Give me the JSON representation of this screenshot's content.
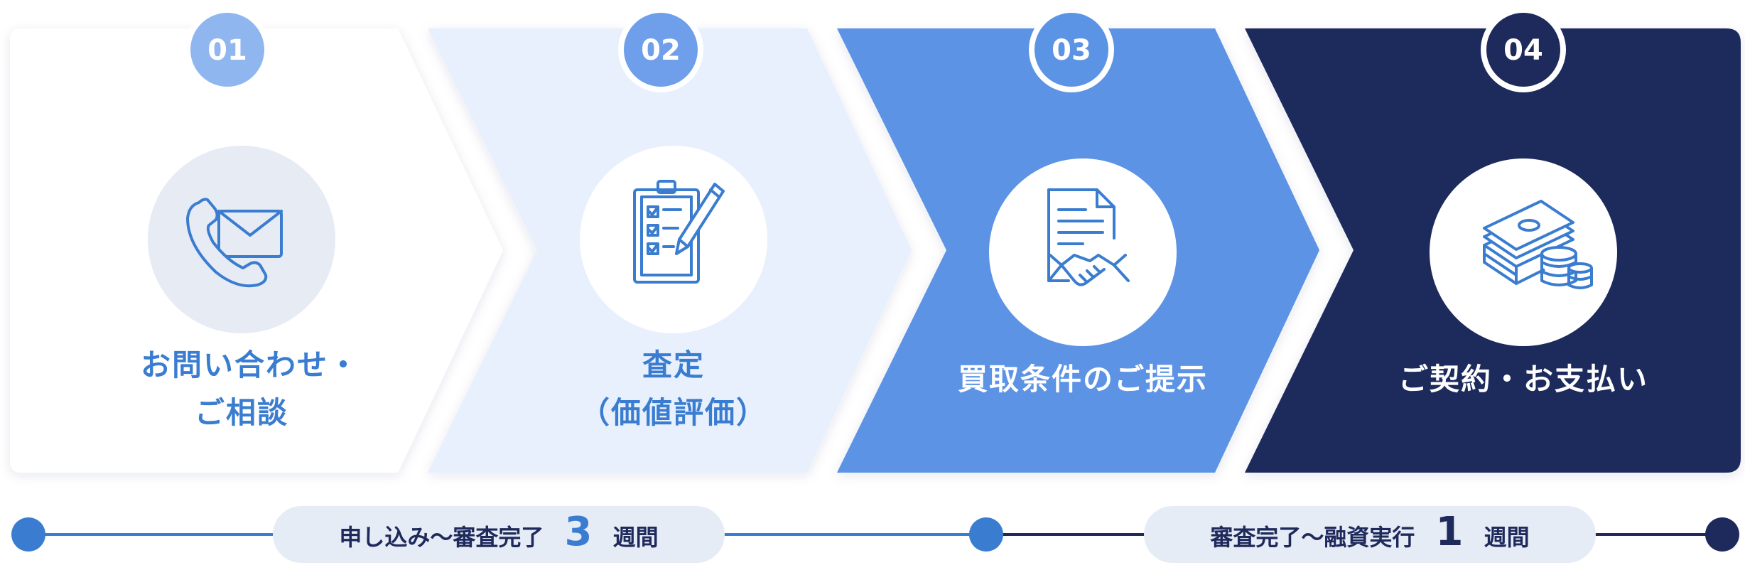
{
  "colors": {
    "light_text_blue": "#3a7dd0",
    "step1_fill": "#ffffff",
    "step2_fill": "#e8f0fd",
    "step3_fill": "#5b93e5",
    "step4_fill": "#1f2a5c",
    "badge1": "#8fb6ef",
    "badge2": "#6f9fea",
    "badge3": "#5b93e5",
    "badge4": "#1f2a5c",
    "line_blue": "#3a7dd0",
    "line_navy": "#1f2a5c",
    "pill_bg": "#e6ecf6",
    "pill_text": "#1f2a5c",
    "pill_number": "#3a7dd0"
  },
  "steps": [
    {
      "number": "01",
      "line1": "お問い合わせ・",
      "line2": "ご相談",
      "icon": "phone-mail-icon"
    },
    {
      "number": "02",
      "line1": "査定",
      "line2": "（価値評価）",
      "icon": "clipboard-checklist-icon"
    },
    {
      "number": "03",
      "line1": "買取条件のご提示",
      "line2": "",
      "icon": "contract-handshake-icon"
    },
    {
      "number": "04",
      "line1": "ご契約・お支払い",
      "line2": "",
      "icon": "money-coins-icon"
    }
  ],
  "timeline": {
    "segment1": {
      "prefix": "申し込み〜審査完了",
      "number": "3",
      "suffix": "週間"
    },
    "segment2": {
      "prefix": "審査完了〜融資実行",
      "number": "1",
      "suffix": "週間"
    }
  }
}
